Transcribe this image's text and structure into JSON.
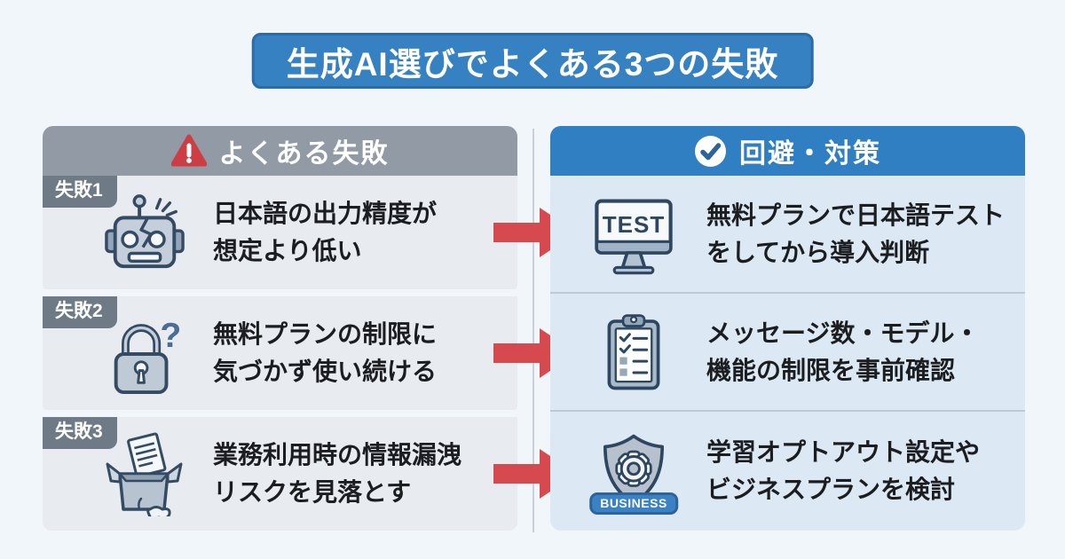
{
  "title": "生成AI選びでよくある3つの失敗",
  "left_panel": {
    "header": "よくある失敗",
    "rows": [
      {
        "badge": "失敗1",
        "icon": "broken-robot-icon",
        "text_line1": "日本語の出力精度が",
        "text_line2": "想定より低い"
      },
      {
        "badge": "失敗2",
        "icon": "padlock-question-icon",
        "text_line1": "無料プランの制限に",
        "text_line2": "気づかず使い続ける"
      },
      {
        "badge": "失敗3",
        "icon": "leaking-box-icon",
        "text_line1": "業務利用時の情報漏洩",
        "text_line2": "リスクを見落とす"
      }
    ]
  },
  "right_panel": {
    "header": "回避・対策",
    "rows": [
      {
        "icon": "test-monitor-icon",
        "icon_label": "TEST",
        "text_line1": "無料プランで日本語テスト",
        "text_line2": "をしてから導入判断"
      },
      {
        "icon": "checklist-clipboard-icon",
        "text_line1": "メッセージ数・モデル・",
        "text_line2": "機能の制限を事前確認"
      },
      {
        "icon": "shield-gear-icon",
        "icon_label": "BUSINESS",
        "text_line1": "学習オプトアウト設定や",
        "text_line2": "ビジネスプランを検討"
      }
    ]
  },
  "colors": {
    "page_background": "#f1f6fb",
    "title_blue": "#3581c2",
    "header_gray": "#929aa5",
    "header_blue": "#2f7fc2",
    "fail_row_bg": "#e8ebef",
    "action_body_bg": "#dce9f4",
    "badge_gray": "#6f7a87",
    "arrow_red": "#d5494f",
    "warning_red": "#cd3d44",
    "icon_outline": "#344b63",
    "business_badge_blue": "#3b82c4"
  }
}
